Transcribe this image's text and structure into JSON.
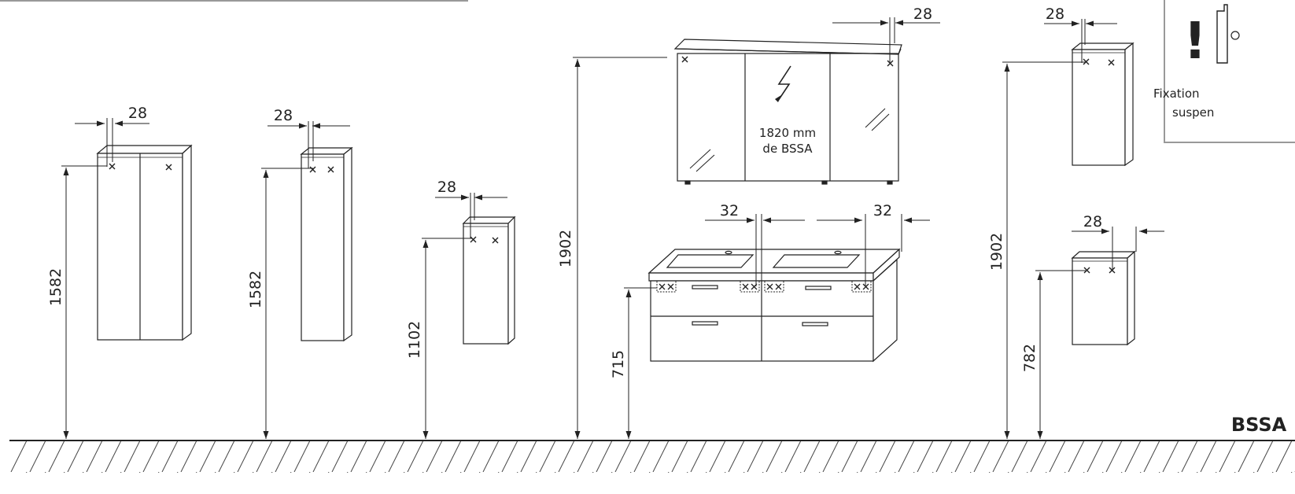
{
  "cabinets": {
    "tall_double": {
      "top_dimension": "28",
      "height_dimension": "1582"
    },
    "tall_single": {
      "top_dimension": "28",
      "height_dimension": "1582"
    },
    "mid_cabinet": {
      "top_dimension": "28",
      "height_dimension": "1102"
    },
    "mirror_cabinet": {
      "top_dimension": "28",
      "height_dimension": "1902",
      "center_label_line1": "1820 mm",
      "center_label_line2": "de BSSA"
    },
    "vanity": {
      "left_dimension": "32",
      "right_dimension": "32",
      "height_dimension": "715"
    },
    "wall_cabinet": {
      "top_dimension": "28",
      "height_dimension": "1902"
    },
    "low_cabinet": {
      "top_dimension": "28",
      "height_dimension": "782"
    }
  },
  "note_box": {
    "exclamation": "!",
    "line1": "Fixation",
    "line2": "suspen"
  },
  "floor_label": "BSSA"
}
